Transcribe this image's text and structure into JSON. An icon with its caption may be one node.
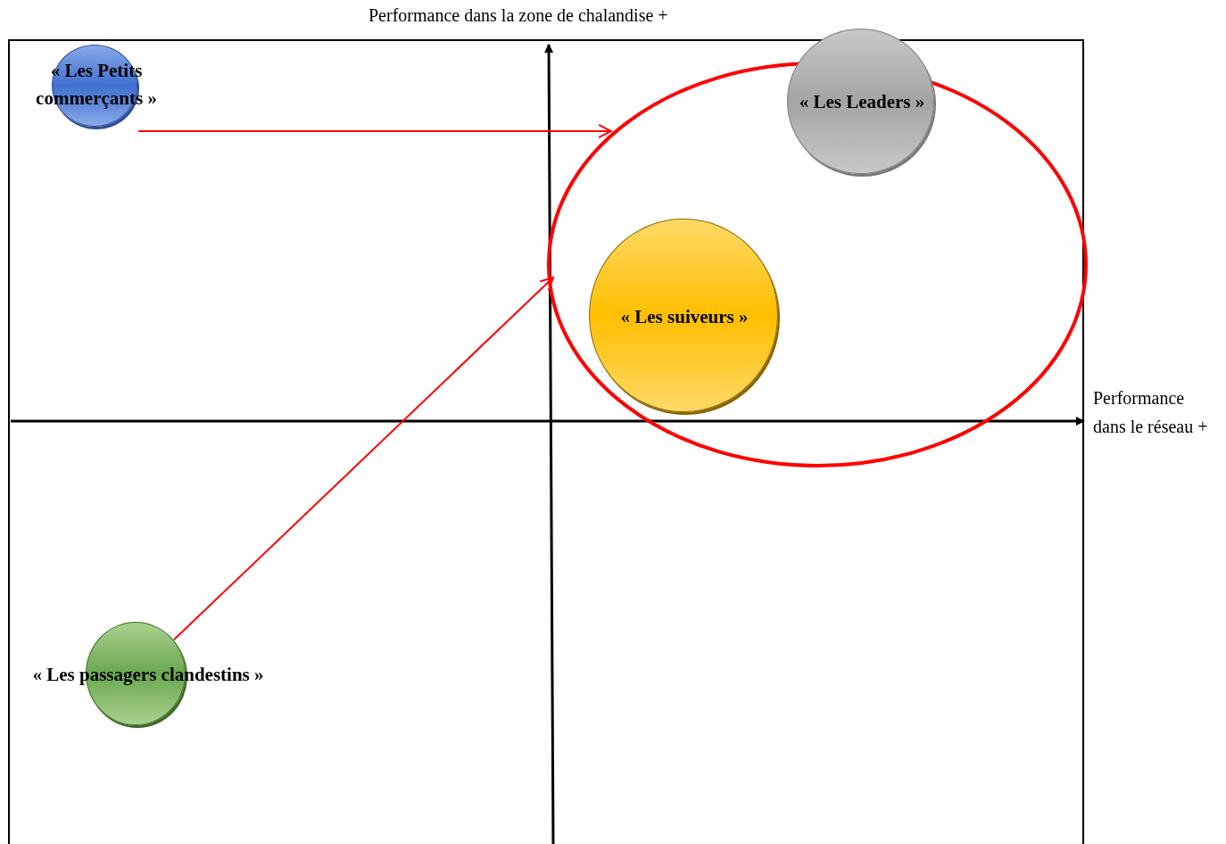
{
  "diagram": {
    "nodes": [
      {
        "text": [
          "« Les Petits commerçants »"
        ]
      },
      {
        "text": [],
        "shape": "ellipse"
      },
      {
        "text": [
          "« Les Leaders »"
        ]
      },
      {
        "text": [
          "« Les suiveurs »"
        ],
        "in": 1
      },
      {
        "text": [
          "« Les passagers clandestins »"
        ]
      }
    ],
    "edges": [
      {
        "from": 0,
        "to": 1,
        "arrow": "to"
      },
      {
        "from": 4,
        "to": 1,
        "arrow": "to"
      }
    ],
    "labels": [
      "Performance dans la zone de chalandise +",
      "Performance dans le réseau +"
    ]
  }
}
